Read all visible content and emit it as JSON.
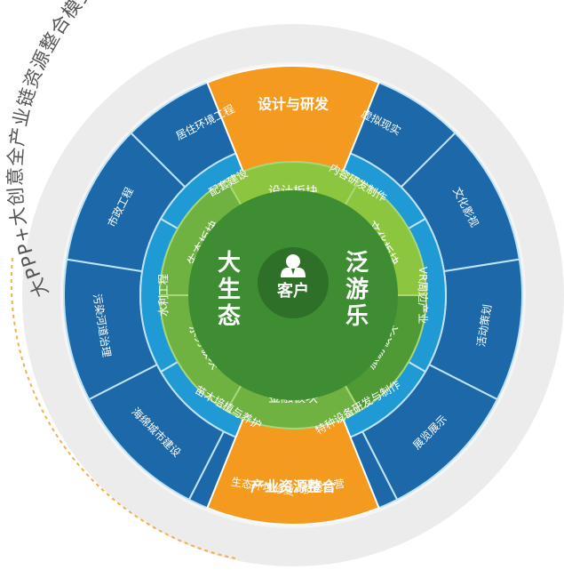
{
  "arc_title": "大PPP+大创意全产业链资源整合模式下的价值延伸",
  "center": {
    "label": "客户",
    "icon": "person-icon"
  },
  "core": {
    "left": "大生态",
    "right": "泛游乐"
  },
  "blocks": [
    "设计板块",
    "文化板块",
    "旅游板块",
    "金融板块",
    "水务板块",
    "生态板块"
  ],
  "highlights": {
    "top": "设计与研发",
    "bottom": "产业资源整合"
  },
  "ring_inner": [
    "内容研发制作",
    "VR周边产业",
    "特种设备研发与制作",
    "苗木培植与养护",
    "水利工程",
    "配套建设"
  ],
  "ring_outer": [
    "虚拟现实",
    "文化影视",
    "活动策划",
    "展览展示",
    "投资运营",
    "生态环境修复",
    "海绵城市建设",
    "污染河道治理",
    "市政工程",
    "居住环境工程"
  ],
  "colors": {
    "outer_ring": "#1c68a8",
    "inner_ring": "#1f9ad4",
    "divider": "#bfe3f6",
    "orange": "#f39a1f",
    "green_light": "#8cc63e",
    "green_mid": "#6fb241",
    "green_dark": "#4f9a35",
    "core_bg": "#3f8d33",
    "halo": "#e8e8e8",
    "title_text": "#555555"
  }
}
